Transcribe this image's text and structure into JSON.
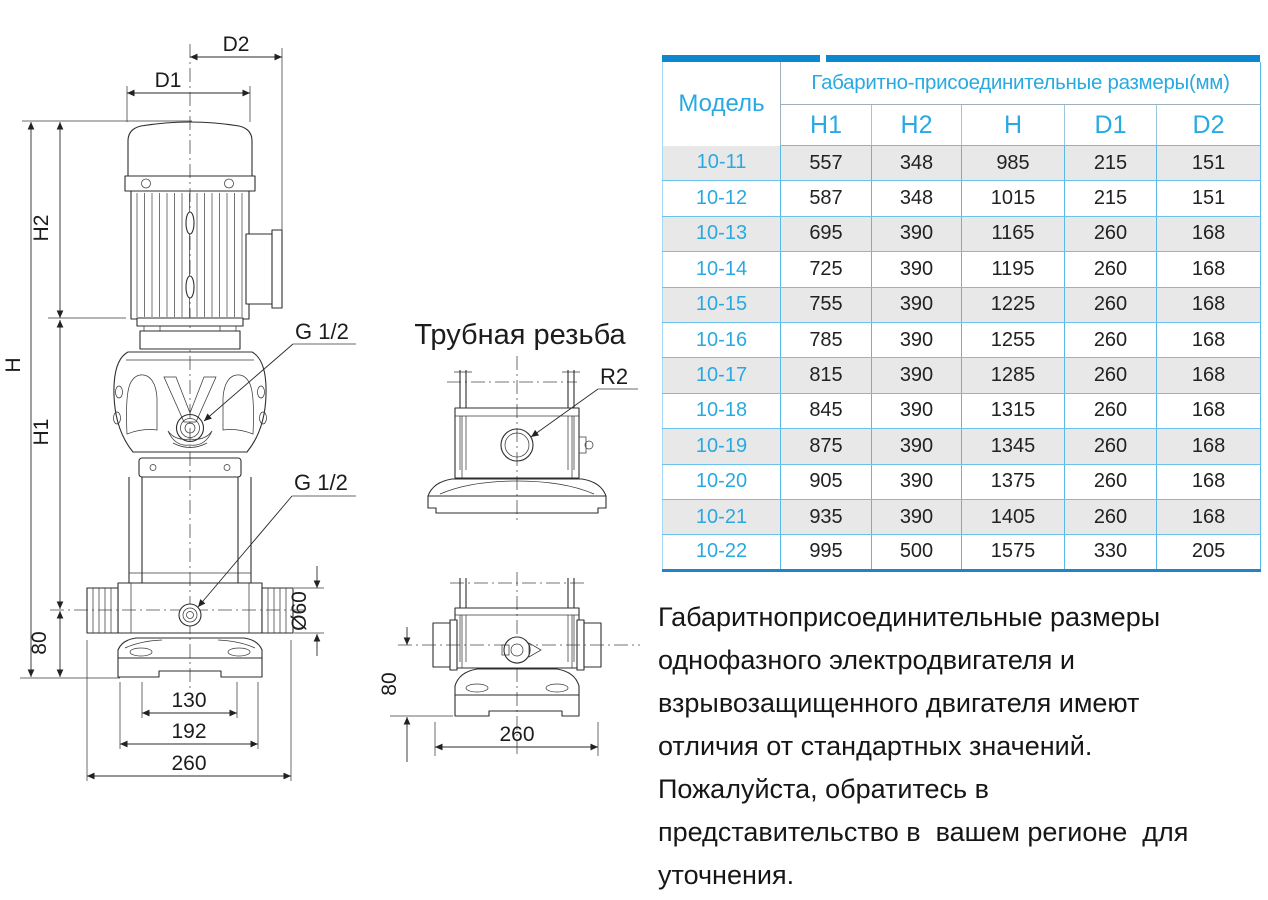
{
  "drawing": {
    "main_view": {
      "dim_h": "H",
      "dim_h1": "H1",
      "dim_h2": "H2",
      "dim_d1": "D1",
      "dim_d2": "D2",
      "dim_80": "80",
      "dim_d60": "Ø60",
      "dim_130": "130",
      "dim_192": "192",
      "dim_260": "260",
      "port_top_label": "G 1/2",
      "port_bottom_label": "G 1/2"
    },
    "thread_view": {
      "title": "Трубная резьба",
      "port_label": "R2"
    },
    "bottom_view": {
      "dim_80": "80",
      "dim_260": "260"
    }
  },
  "table": {
    "col_model": "Модель",
    "group_header": "Габаритно-присоединительные размеры(мм)",
    "columns": [
      "H1",
      "H2",
      "H",
      "D1",
      "D2"
    ],
    "rows": [
      {
        "model": "10-11",
        "h1": "557",
        "h2": "348",
        "h": "985",
        "d1": "215",
        "d2": "151"
      },
      {
        "model": "10-12",
        "h1": "587",
        "h2": "348",
        "h": "1015",
        "d1": "215",
        "d2": "151"
      },
      {
        "model": "10-13",
        "h1": "695",
        "h2": "390",
        "h": "1165",
        "d1": "260",
        "d2": "168"
      },
      {
        "model": "10-14",
        "h1": "725",
        "h2": "390",
        "h": "1195",
        "d1": "260",
        "d2": "168"
      },
      {
        "model": "10-15",
        "h1": "755",
        "h2": "390",
        "h": "1225",
        "d1": "260",
        "d2": "168"
      },
      {
        "model": "10-16",
        "h1": "785",
        "h2": "390",
        "h": "1255",
        "d1": "260",
        "d2": "168"
      },
      {
        "model": "10-17",
        "h1": "815",
        "h2": "390",
        "h": "1285",
        "d1": "260",
        "d2": "168"
      },
      {
        "model": "10-18",
        "h1": "845",
        "h2": "390",
        "h": "1315",
        "d1": "260",
        "d2": "168"
      },
      {
        "model": "10-19",
        "h1": "875",
        "h2": "390",
        "h": "1345",
        "d1": "260",
        "d2": "168"
      },
      {
        "model": "10-20",
        "h1": "905",
        "h2": "390",
        "h": "1375",
        "d1": "260",
        "d2": "168"
      },
      {
        "model": "10-21",
        "h1": "935",
        "h2": "390",
        "h": "1405",
        "d1": "260",
        "d2": "168"
      },
      {
        "model": "10-22",
        "h1": "995",
        "h2": "500",
        "h": "1575",
        "d1": "330",
        "d2": "205"
      }
    ]
  },
  "note": {
    "lines": [
      "Габаритноприсоединительные размеры",
      "однофазного электродвигателя и",
      "взрывозащищенного двигателя имеют",
      "отличия от стандартных значений.",
      "Пожалуйста, обратитесь в",
      "представительство в  вашем регионе  для",
      "уточнения."
    ]
  },
  "colors": {
    "accent_cyan": "#29a9e1",
    "bar_blue": "#0d87d0",
    "grid_blue": "#58b8e8",
    "row_alt_gray": "#e8e8e8",
    "ink": "#222222"
  }
}
